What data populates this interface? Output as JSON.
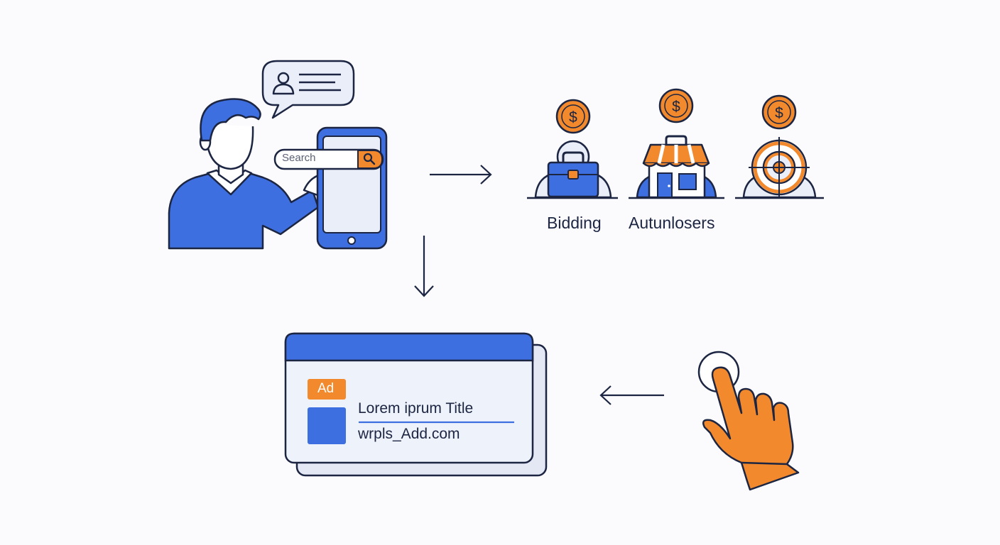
{
  "user": {
    "search_placeholder": "Search"
  },
  "auction": {
    "items": [
      {
        "caption": "Bidding"
      },
      {
        "caption": "Autunlosers"
      },
      {
        "caption": ""
      }
    ]
  },
  "ad_result": {
    "badge": "Ad",
    "title": "Lorem iprum Title",
    "url": "wrpls_Add.com"
  },
  "colors": {
    "blue": "#3d6fe0",
    "navy": "#1c2542",
    "orange": "#f2892c",
    "pale": "#e9eef9",
    "white": "#ffffff"
  },
  "icons": [
    "chat-bubble-icon",
    "user-avatar-icon",
    "search-icon",
    "smartphone-icon",
    "dollar-coin-icon",
    "briefcase-icon",
    "storefront-icon",
    "target-icon",
    "pointing-hand-icon",
    "arrow-right-icon",
    "arrow-down-icon",
    "arrow-left-icon"
  ]
}
